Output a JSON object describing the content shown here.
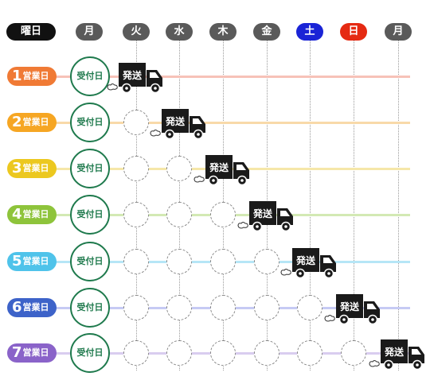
{
  "header": {
    "corner_label": "曜日",
    "days": [
      {
        "label": "月",
        "color": "#5a5a5a"
      },
      {
        "label": "火",
        "color": "#5a5a5a"
      },
      {
        "label": "水",
        "color": "#5a5a5a"
      },
      {
        "label": "木",
        "color": "#5a5a5a"
      },
      {
        "label": "金",
        "color": "#5a5a5a"
      },
      {
        "label": "土",
        "color": "#1a24d6"
      },
      {
        "label": "日",
        "color": "#e52a12"
      },
      {
        "label": "月",
        "color": "#5a5a5a"
      }
    ]
  },
  "rows": [
    {
      "number": "1",
      "label": "営業日",
      "color": "#f07a35",
      "line_color": "#f7c2b8",
      "empty_count": 0
    },
    {
      "number": "2",
      "label": "営業日",
      "color": "#f6a623",
      "line_color": "#f8d9a9",
      "empty_count": 1
    },
    {
      "number": "3",
      "label": "営業日",
      "color": "#ecc81f",
      "line_color": "#f5e7a9",
      "empty_count": 2
    },
    {
      "number": "4",
      "label": "営業日",
      "color": "#8ec43b",
      "line_color": "#d3e9b4",
      "empty_count": 3
    },
    {
      "number": "5",
      "label": "営業日",
      "color": "#4fc3ea",
      "line_color": "#b6e6f6",
      "empty_count": 4
    },
    {
      "number": "6",
      "label": "営業日",
      "color": "#3d63c9",
      "line_color": "#c6caf4",
      "empty_count": 5
    },
    {
      "number": "7",
      "label": "営業日",
      "color": "#8a63c9",
      "line_color": "#d9cdef",
      "empty_count": 6
    }
  ],
  "receive_label": "受付日",
  "truck_label": "発送",
  "colors": {
    "receive": "#1f7a4d",
    "truck": "#1a1a1a",
    "corner_bg": "#111111"
  }
}
